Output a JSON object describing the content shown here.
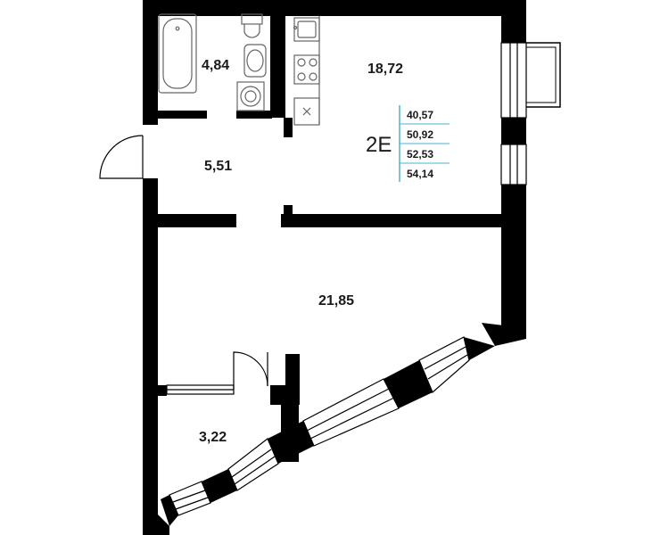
{
  "rooms": {
    "bathroom": {
      "area": "4,84"
    },
    "kitchen": {
      "area": "18,72"
    },
    "hall": {
      "area": "5,51"
    },
    "living": {
      "area": "21,85"
    },
    "loggia": {
      "area": "3,22"
    }
  },
  "apartment": {
    "code": "2E",
    "areas": [
      "40,57",
      "50,92",
      "52,53",
      "54,14"
    ]
  },
  "colors": {
    "wall": "#000000",
    "fixture": "#666666",
    "divider": "#4ab3d4",
    "text": "#1a1a1a"
  }
}
